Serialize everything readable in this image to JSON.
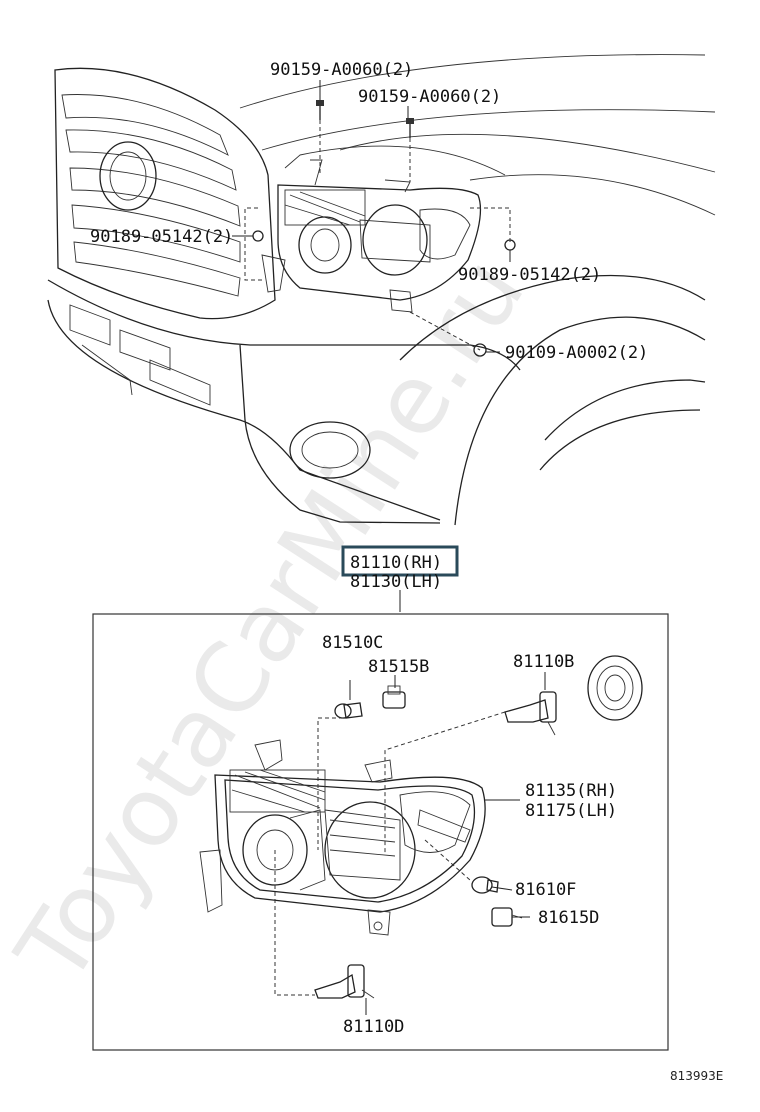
{
  "callouts": {
    "bolt_left": "90159-A0060(2)",
    "bolt_right": "90159-A0060(2)",
    "clip_left": "90189-05142(2)",
    "clip_right": "90189-05142(2)",
    "screw": "90109-A0002(2)",
    "assembly_rh": "81110(RH)",
    "assembly_lh": "81130(LH)",
    "socket_c": "81510C",
    "bulb_b": "81515B",
    "bulb_main": "81110B",
    "housing_rh": "81135(RH)",
    "housing_lh": "81175(LH)",
    "bulb_f": "81610F",
    "socket_d": "81615D",
    "bulb_low": "81110D"
  },
  "figure_id": "813993E",
  "watermark": "ToyotaCarMine.ru"
}
